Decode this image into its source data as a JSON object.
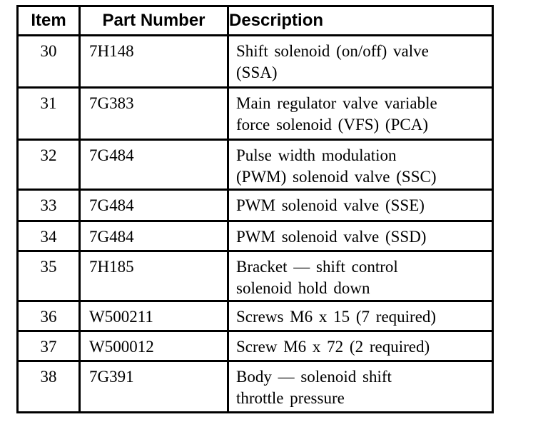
{
  "colors": {
    "background": "#ffffff",
    "border": "#000000",
    "text": "#000000"
  },
  "table": {
    "headers": [
      "Item",
      "Part Number",
      "Description"
    ],
    "rows": [
      {
        "item": "30",
        "part_number": "7H148",
        "description": "Shift solenoid (on/off) valve\n(SSA)"
      },
      {
        "item": "31",
        "part_number": "7G383",
        "description": "Main regulator valve variable\nforce solenoid (VFS) (PCA)"
      },
      {
        "item": "32",
        "part_number": "7G484",
        "description": "Pulse width modulation\n(PWM) solenoid valve (SSC)"
      },
      {
        "item": "33",
        "part_number": "7G484",
        "description": "PWM solenoid valve (SSE)"
      },
      {
        "item": "34",
        "part_number": "7G484",
        "description": "PWM solenoid valve (SSD)"
      },
      {
        "item": "35",
        "part_number": "7H185",
        "description": "Bracket — shift control\nsolenoid hold down"
      },
      {
        "item": "36",
        "part_number": "W500211",
        "description": "Screws M6 x 15 (7 required)"
      },
      {
        "item": "37",
        "part_number": "W500012",
        "description": "Screw M6 x 72 (2 required)"
      },
      {
        "item": "38",
        "part_number": "7G391",
        "description": "Body — solenoid shift\nthrottle pressure"
      }
    ]
  }
}
